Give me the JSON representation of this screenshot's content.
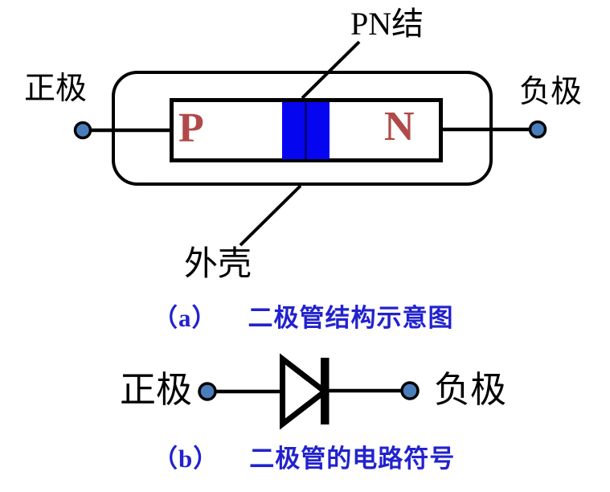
{
  "colors": {
    "background": "#FFFFFF",
    "line": "#000000",
    "junction_blue": "#0505F0",
    "junction_divider": "#000066",
    "pn_letter_red": "#B04A4A",
    "caption_blue": "#2222CE",
    "terminal_fill": "#4A7EBB",
    "terminal_stroke": "#000000"
  },
  "figure_a": {
    "pn_junction_label": "PN结",
    "anode_label": "正极",
    "cathode_label": "负极",
    "p_region_label": "P",
    "n_region_label": "N",
    "shell_label": "外壳",
    "caption_index": "（a）",
    "caption_text": "二极管结构示意图"
  },
  "figure_b": {
    "anode_label": "正极",
    "cathode_label": "负极",
    "caption_index": "（b）",
    "caption_text": "二极管的电路符号"
  }
}
